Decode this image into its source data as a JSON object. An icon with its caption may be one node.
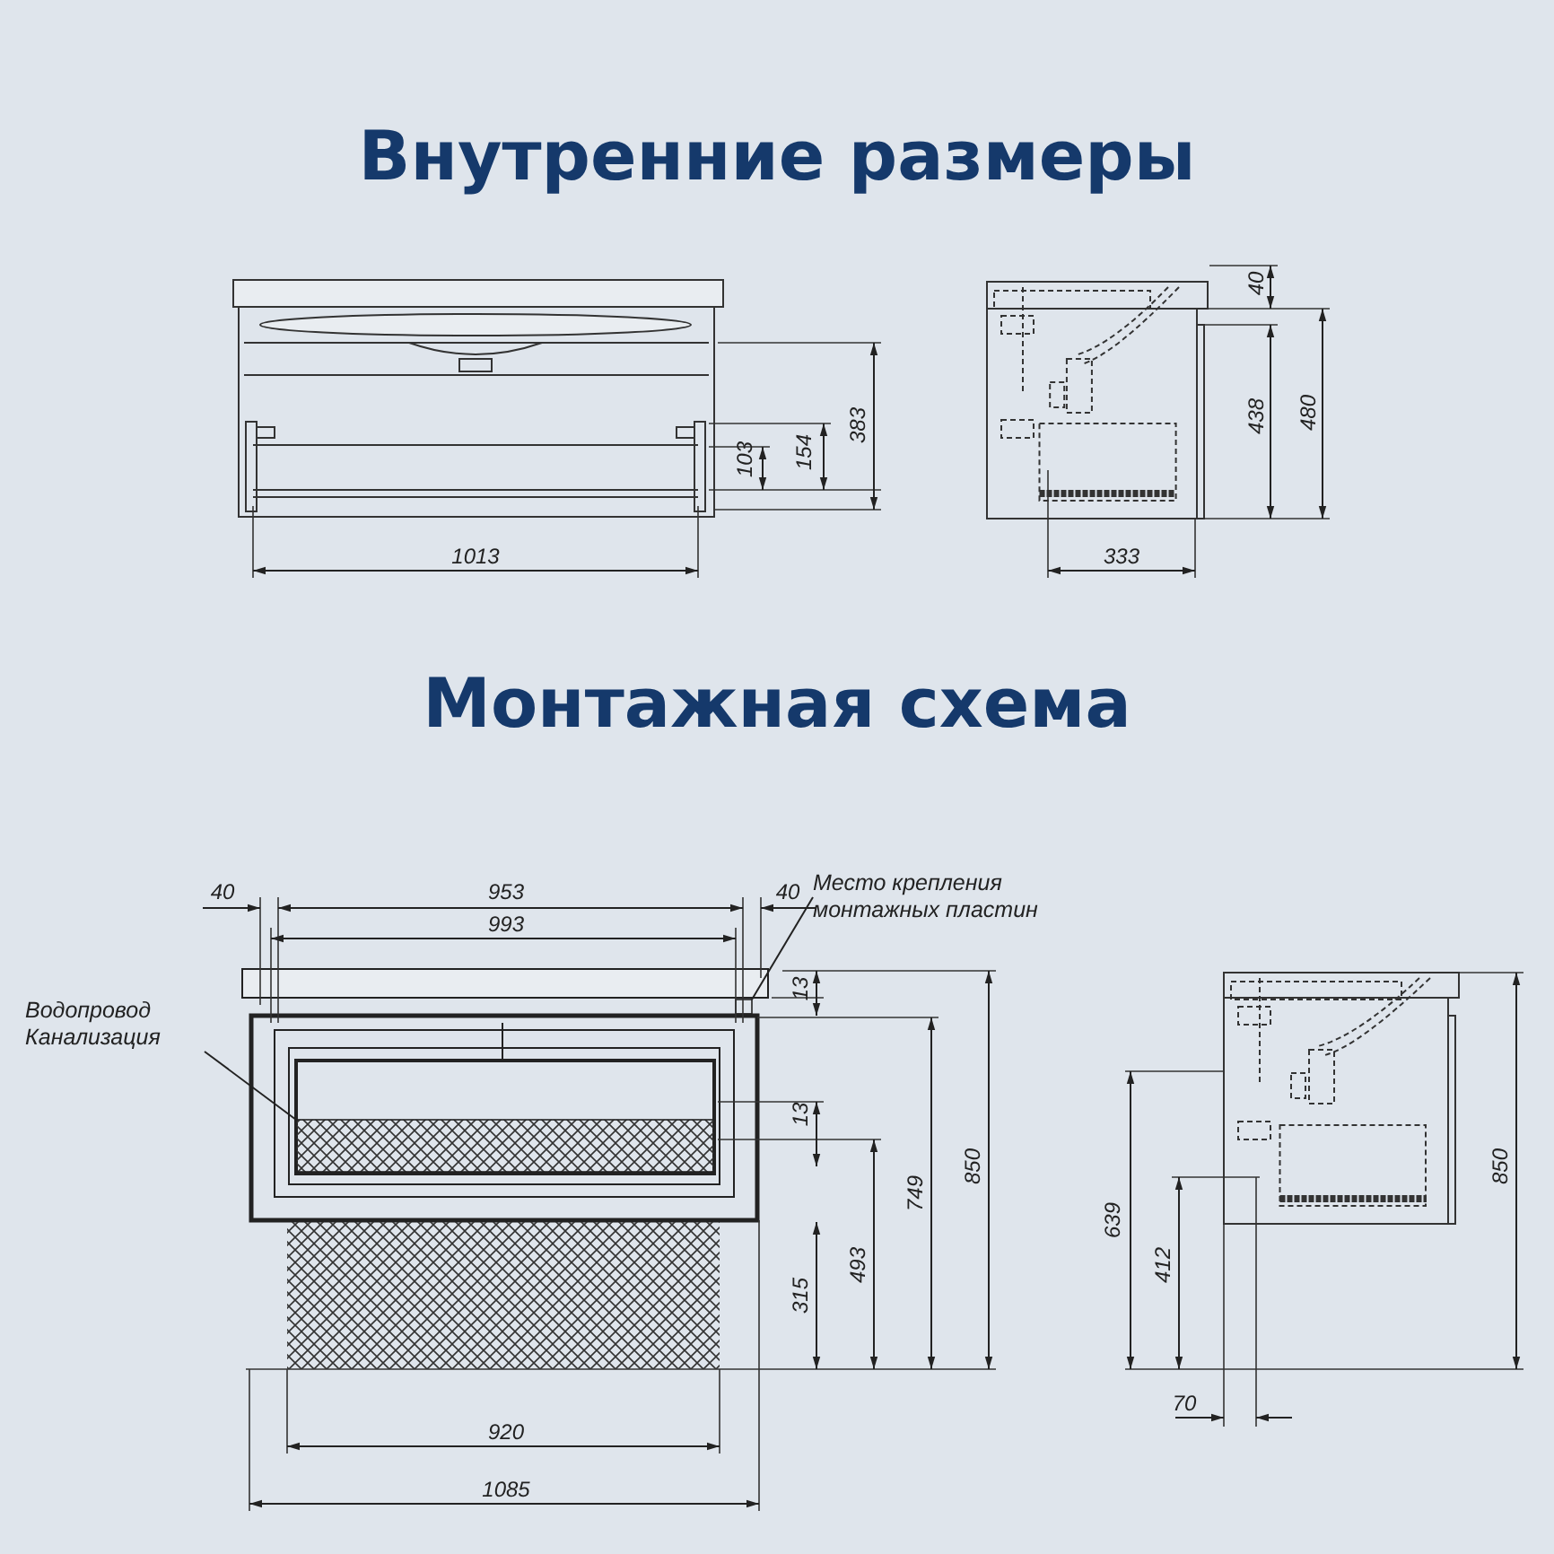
{
  "diagram": {
    "title": "Внутренние размеры",
    "nodes": [
      {
        "text": [
          "Место крепления монтажных пластин"
        ]
      },
      {
        "text": [],
        "shape": "box"
      },
      {
        "text": [
          "Водопровод",
          "Канализация"
        ]
      },
      {
        "text": [],
        "shape": "box"
      }
    ],
    "edges": [
      {
        "from": 0,
        "to": 1,
        "arrow": "none"
      },
      {
        "from": 2,
        "to": 3,
        "arrow": "none"
      }
    ],
    "labels": [
      "103",
      "154",
      "383",
      "1013",
      "40",
      "438",
      "480",
      "333",
      "Монтажная схема",
      "40",
      "953",
      "40",
      "993",
      "13",
      "13",
      "850",
      "749",
      "493",
      "315",
      "920",
      "1085",
      "639",
      "412",
      "70",
      "850"
    ]
  }
}
